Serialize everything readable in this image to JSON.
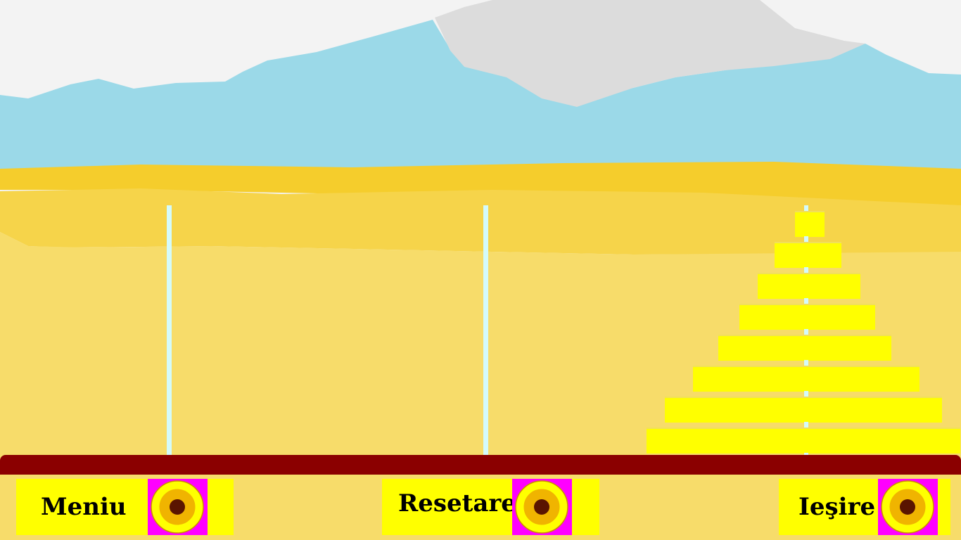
{
  "game": {
    "name": "Tower of Hanoi",
    "disk_count": 8,
    "pegs": [
      {
        "id": "left",
        "disks": []
      },
      {
        "id": "middle",
        "disks": []
      },
      {
        "id": "right",
        "disks": [
          1,
          2,
          3,
          4,
          5,
          6,
          7,
          8
        ]
      }
    ]
  },
  "colors": {
    "sky_white": "#f3f3f3",
    "sky_blue": "#9bd9e8",
    "cloud": "#dcdcdc",
    "sand_dark": "#f5cd2c",
    "sand_mid": "#f6d44a",
    "sand_light": "#f7dc6a",
    "peg": "#d4fbfb",
    "disk": "#ffff00",
    "base": "#8b0000",
    "button": "#ffff00",
    "icon_bg": "#ff00ff",
    "icon_ring": "#f0b400",
    "icon_center": "#5a1400"
  },
  "buttons": {
    "menu": {
      "label": "Meniu",
      "icon": "target-icon"
    },
    "reset": {
      "label": "Resetare",
      "icon": "target-icon"
    },
    "exit": {
      "label": "Ieşire",
      "icon": "target-icon"
    }
  }
}
